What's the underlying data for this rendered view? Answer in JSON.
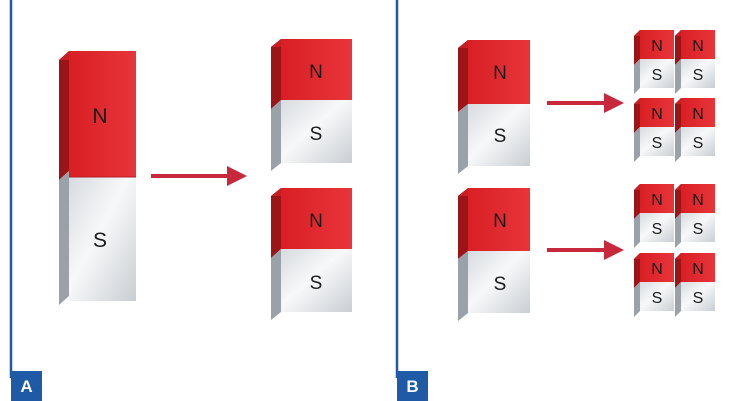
{
  "figure": {
    "colors": {
      "frame": "#1f5aa6",
      "north": "#e0262b",
      "north_side": "#9a1418",
      "north_top": "#c81e23",
      "south": "#e6e9ec",
      "south_side": "#9aa1a8",
      "south_top": "#c3c8cd",
      "arrow": "#c8283c"
    },
    "panel_a": {
      "label": "A"
    },
    "panel_b": {
      "label": "B"
    },
    "poles": {
      "north": "N",
      "south": "S"
    }
  }
}
